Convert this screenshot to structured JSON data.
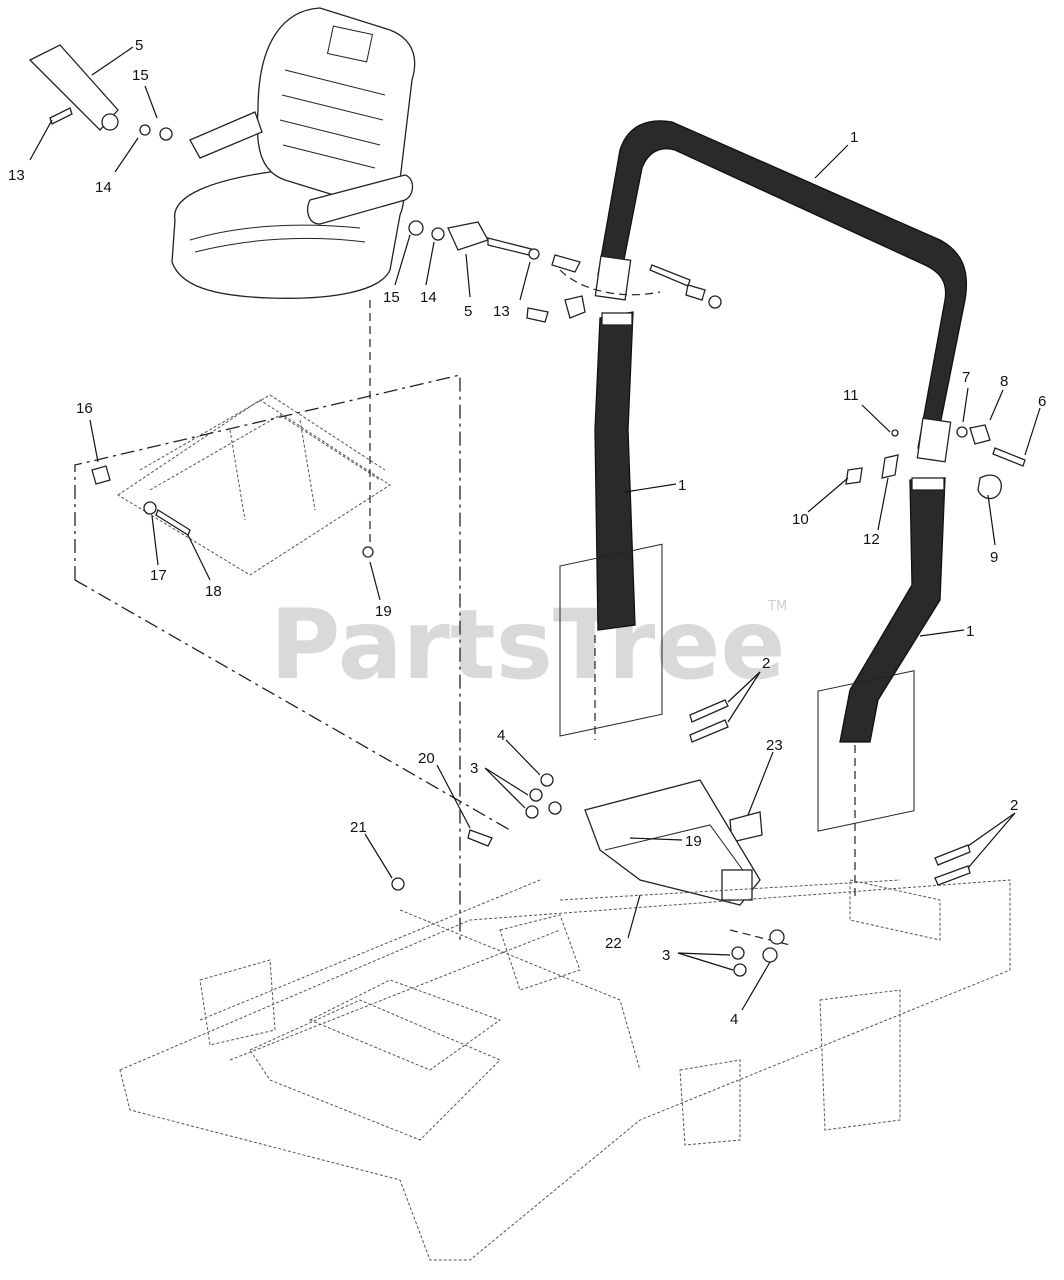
{
  "watermark": {
    "text": "PartsTree",
    "trademark": "TM"
  },
  "callouts": [
    {
      "id": "c-5a",
      "text": "5"
    },
    {
      "id": "c-15a",
      "text": "15"
    },
    {
      "id": "c-13a",
      "text": "13"
    },
    {
      "id": "c-14a",
      "text": "14"
    },
    {
      "id": "c-15b",
      "text": "15"
    },
    {
      "id": "c-14b",
      "text": "14"
    },
    {
      "id": "c-5b",
      "text": "5"
    },
    {
      "id": "c-13b",
      "text": "13"
    },
    {
      "id": "c-1a",
      "text": "1"
    },
    {
      "id": "c-1b",
      "text": "1"
    },
    {
      "id": "c-1c",
      "text": "1"
    },
    {
      "id": "c-16",
      "text": "16"
    },
    {
      "id": "c-17",
      "text": "17"
    },
    {
      "id": "c-18",
      "text": "18"
    },
    {
      "id": "c-19a",
      "text": "19"
    },
    {
      "id": "c-11",
      "text": "11"
    },
    {
      "id": "c-7",
      "text": "7"
    },
    {
      "id": "c-8",
      "text": "8"
    },
    {
      "id": "c-6",
      "text": "6"
    },
    {
      "id": "c-10",
      "text": "10"
    },
    {
      "id": "c-12",
      "text": "12"
    },
    {
      "id": "c-9",
      "text": "9"
    },
    {
      "id": "c-2a",
      "text": "2"
    },
    {
      "id": "c-4a",
      "text": "4"
    },
    {
      "id": "c-3a",
      "text": "3"
    },
    {
      "id": "c-20",
      "text": "20"
    },
    {
      "id": "c-23",
      "text": "23"
    },
    {
      "id": "c-19b",
      "text": "19"
    },
    {
      "id": "c-21",
      "text": "21"
    },
    {
      "id": "c-22",
      "text": "22"
    },
    {
      "id": "c-2b",
      "text": "2"
    },
    {
      "id": "c-3b",
      "text": "3"
    },
    {
      "id": "c-4b",
      "text": "4"
    }
  ]
}
